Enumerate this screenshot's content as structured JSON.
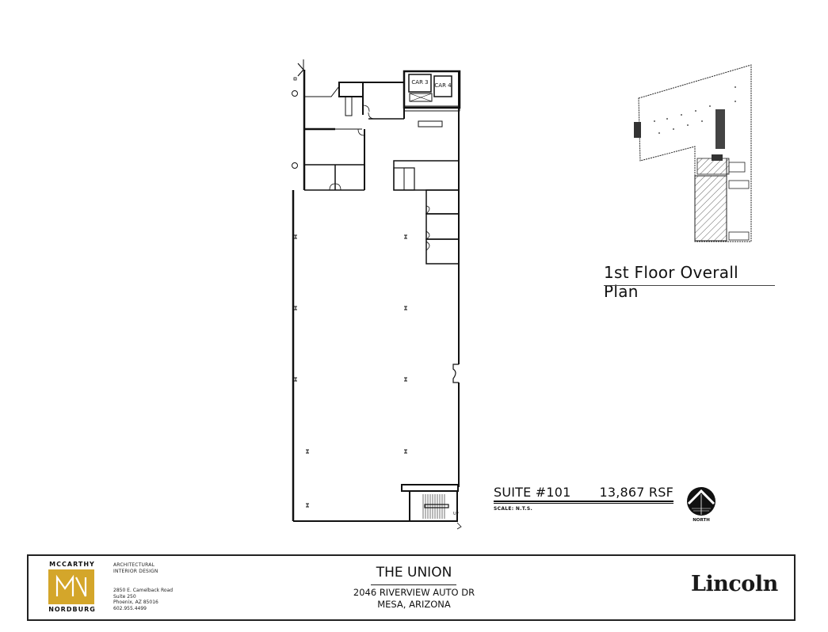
{
  "floor_plan": {
    "elevator_cars": [
      "CAR 3",
      "CAR 4"
    ],
    "stair_label": "UP"
  },
  "suite": {
    "number": "SUITE #101",
    "area": "13,867 RSF",
    "scale": "SCALE: N.T.S.",
    "north_label": "NORTH"
  },
  "overall_plan": {
    "title": "1st Floor Overall Plan"
  },
  "title_block": {
    "firm": {
      "name_top": "MCCARTHY",
      "name_bottom": "NORDBURG",
      "monogram": "MN",
      "logo_color": "#d4a62a",
      "desc_line1": "ARCHITECTURAL",
      "desc_line2": "INTERIOR DESIGN",
      "address_line1": "2850 E. Camelback Road",
      "address_line2": "Suite 250",
      "address_line3": "Phoenix, AZ 85016",
      "phone": "602.955.4499"
    },
    "project": {
      "name": "THE UNION",
      "address_line1": "2046 RIVERVIEW AUTO DR",
      "address_line2": "MESA, ARIZONA"
    },
    "client_logo": "Lincoln"
  }
}
